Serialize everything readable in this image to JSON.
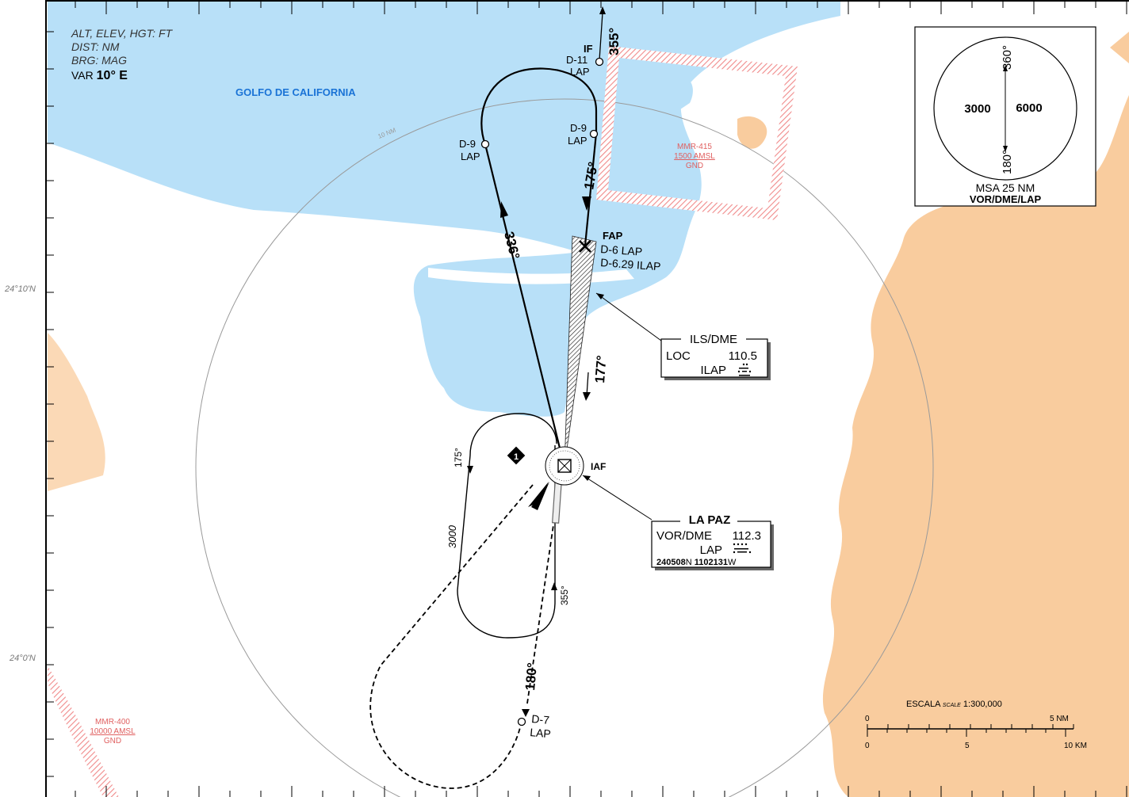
{
  "legend": {
    "units_line1": "ALT, ELEV, HGT: FT",
    "units_line2": "DIST: NM",
    "units_line3": "BRG: MAG",
    "var_prefix": "VAR",
    "var_value": "10° E"
  },
  "water_label": "GOLFO DE CALIFORNIA",
  "ring_label": "10 NM",
  "latitudes": {
    "lat1": "24°10'N",
    "lat2": "24°0'N"
  },
  "fixes": {
    "if_title": "IF",
    "if_dist": "D-11",
    "if_ident": "LAP",
    "d9_left_dist": "D-9",
    "d9_left_ident": "LAP",
    "d9_right_dist": "D-9",
    "d9_right_ident": "LAP",
    "fap_title": "FAP",
    "fap_line1": "D-6 LAP",
    "fap_line2": "D-6.29 ILAP",
    "iaf_label": "IAF",
    "d7_dist": "D-7",
    "d7_ident": "LAP"
  },
  "tracks": {
    "inbound_if": "355°",
    "outbound": "175°",
    "return_leg": "336°",
    "final": "177°",
    "hold_outbound": "175°",
    "hold_inbound": "355°",
    "hold_altitude": "3000",
    "dme_arc_leg": "180°"
  },
  "restricted": {
    "mmr415_name": "MMR-415",
    "mmr415_top": "1500 AMSL",
    "mmr415_bottom": "GND",
    "mmr400_name": "MMR-400",
    "mmr400_top": "10000 AMSL",
    "mmr400_bottom": "GND"
  },
  "ils_box": {
    "title": "ILS/DME",
    "loc_label": "LOC",
    "freq": "110.5",
    "ident": "ILAP"
  },
  "vor_box": {
    "title": "LA PAZ",
    "type": "VOR/DME",
    "freq": "112.3",
    "ident": "LAP",
    "lat": "240508",
    "lat_hemi": "N",
    "lon": "1102131",
    "lon_hemi": "W"
  },
  "msa": {
    "top_bearing": "360°",
    "bottom_bearing": "180°",
    "left_alt": "3000",
    "right_alt": "6000",
    "title": "MSA 25 NM",
    "ref": "VOR/DME/LAP"
  },
  "scale": {
    "title": "ESCALA",
    "subtitle": "SCALE",
    "ratio": "1:300,000",
    "nm_start": "0",
    "nm_end": "5 NM",
    "km_start": "0",
    "km_mid": "5",
    "km_end": "10 KM"
  },
  "colors": {
    "water": "#b8e0f8",
    "terrain": "#f9cc9e",
    "restricted": "#f08a8a",
    "water_label": "#1a73d6",
    "ring": "#9a9a9a"
  }
}
